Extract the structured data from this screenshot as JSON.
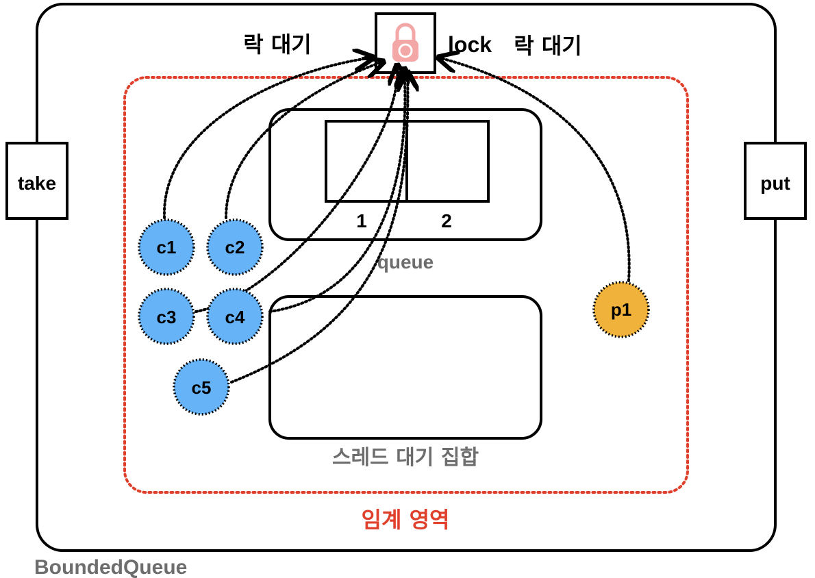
{
  "container_label": "BoundedQueue",
  "methods": {
    "left": "take",
    "right": "put"
  },
  "lock": {
    "label": "lock",
    "wait_left": "락 대기",
    "wait_right": "락 대기"
  },
  "critical_section_label": "임계 영역",
  "queue": {
    "label": "queue",
    "slots": [
      "1",
      "2"
    ]
  },
  "wait_set_label": "스레드 대기 집합",
  "consumers": [
    "c1",
    "c2",
    "c3",
    "c4",
    "c5"
  ],
  "producers": [
    "p1"
  ],
  "colors": {
    "consumer": "#66b3f7",
    "producer": "#f0b23a",
    "critical": "#e0412c",
    "lock_icon": "#f3a7a7",
    "gray_label": "#6d6d6d"
  }
}
